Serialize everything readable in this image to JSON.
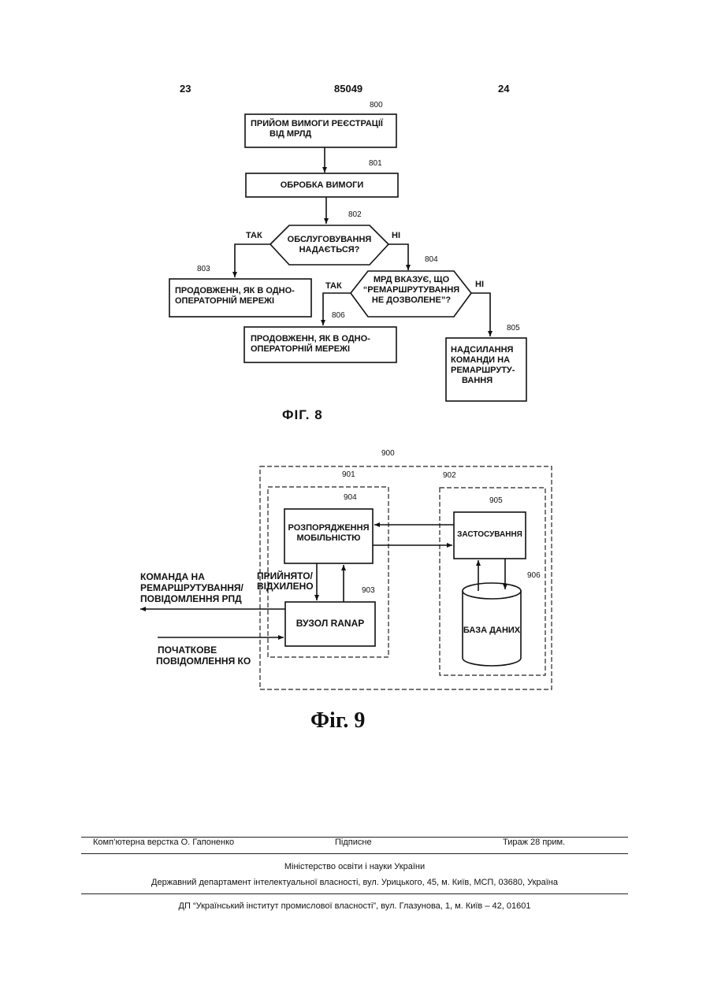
{
  "header": {
    "left_page": "23",
    "patent_number": "85049",
    "right_page": "24"
  },
  "fig8": {
    "caption": "ФІГ. 8",
    "steps": [
      {
        "ref": "800",
        "line1": "ПРИЙОМ ВИМОГИ РЕЄСТРАЦІЇ",
        "line2": "ВІД МРЛД"
      },
      {
        "ref": "801",
        "line1": "ОБРОБКА ВИМОГИ"
      },
      {
        "ref": "802",
        "line1": "ОБСЛУГОВУВАННЯ",
        "line2": "НАДАЄТЬСЯ?"
      },
      {
        "ref": "803",
        "line1": "ПРОДОВЖЕНН, ЯК В ОДНО-",
        "line2": "ОПЕРАТОРНІЙ МЕРЕЖІ"
      },
      {
        "ref": "804",
        "line1": "МРД ВКАЗУЄ, ЩО",
        "line2": "“РЕМАРШРУТУВАННЯ",
        "line3": "НЕ ДОЗВОЛЕНЕ”?"
      },
      {
        "ref": "806",
        "line1": "ПРОДОВЖЕНН, ЯК В ОДНО-",
        "line2": "ОПЕРАТОРНІЙ МЕРЕЖІ"
      },
      {
        "ref": "805",
        "line1": "НАДСИЛАННЯ",
        "line2": "КОМАНДИ НА",
        "line3": "РЕМАРШРУТУ-",
        "line4": "ВАННЯ"
      }
    ],
    "yes_label": "ТАК",
    "no_label": "НІ"
  },
  "fig9": {
    "caption": "Фіг. 9",
    "system_ref": "900",
    "group_left_ref": "901",
    "group_right_ref": "902",
    "mobility": {
      "ref": "904",
      "line1": "РОЗПОРЯДЖЕННЯ",
      "line2": "МОБІЛЬНІСТЮ"
    },
    "app": {
      "ref": "905",
      "label": "ЗАСТОСУВАННЯ"
    },
    "ranap": {
      "ref": "903",
      "label": "ВУЗОЛ RANAP"
    },
    "db": {
      "ref": "906",
      "label": "БАЗА ДАНИХ"
    },
    "accepted": {
      "line1": "ПРИЙНЯТО/",
      "line2": "ВІДХИЛЕНО"
    },
    "out_msg": {
      "line1": "КОМАНДА НА",
      "line2": "РЕМАРШРУТУВАННЯ/",
      "line3": "ПОВІДОМЛЕННЯ РПД"
    },
    "in_msg": {
      "line1": "ПОЧАТКОВЕ",
      "line2": "ПОВІДОМЛЕННЯ КО"
    }
  },
  "footer": {
    "typesetting": "Комп’ютерна верстка О. Гапоненко",
    "signed": "Підписне",
    "circulation": "Тираж 28 прим.",
    "ministry": "Міністерство освіти і науки України",
    "department": "Державний департамент інтелектуальної власності, вул. Урицького, 45, м. Київ, МСП, 03680, Україна",
    "institute": "ДП “Український інститут промислової власності”, вул. Глазунова, 1, м. Київ – 42, 01601"
  }
}
